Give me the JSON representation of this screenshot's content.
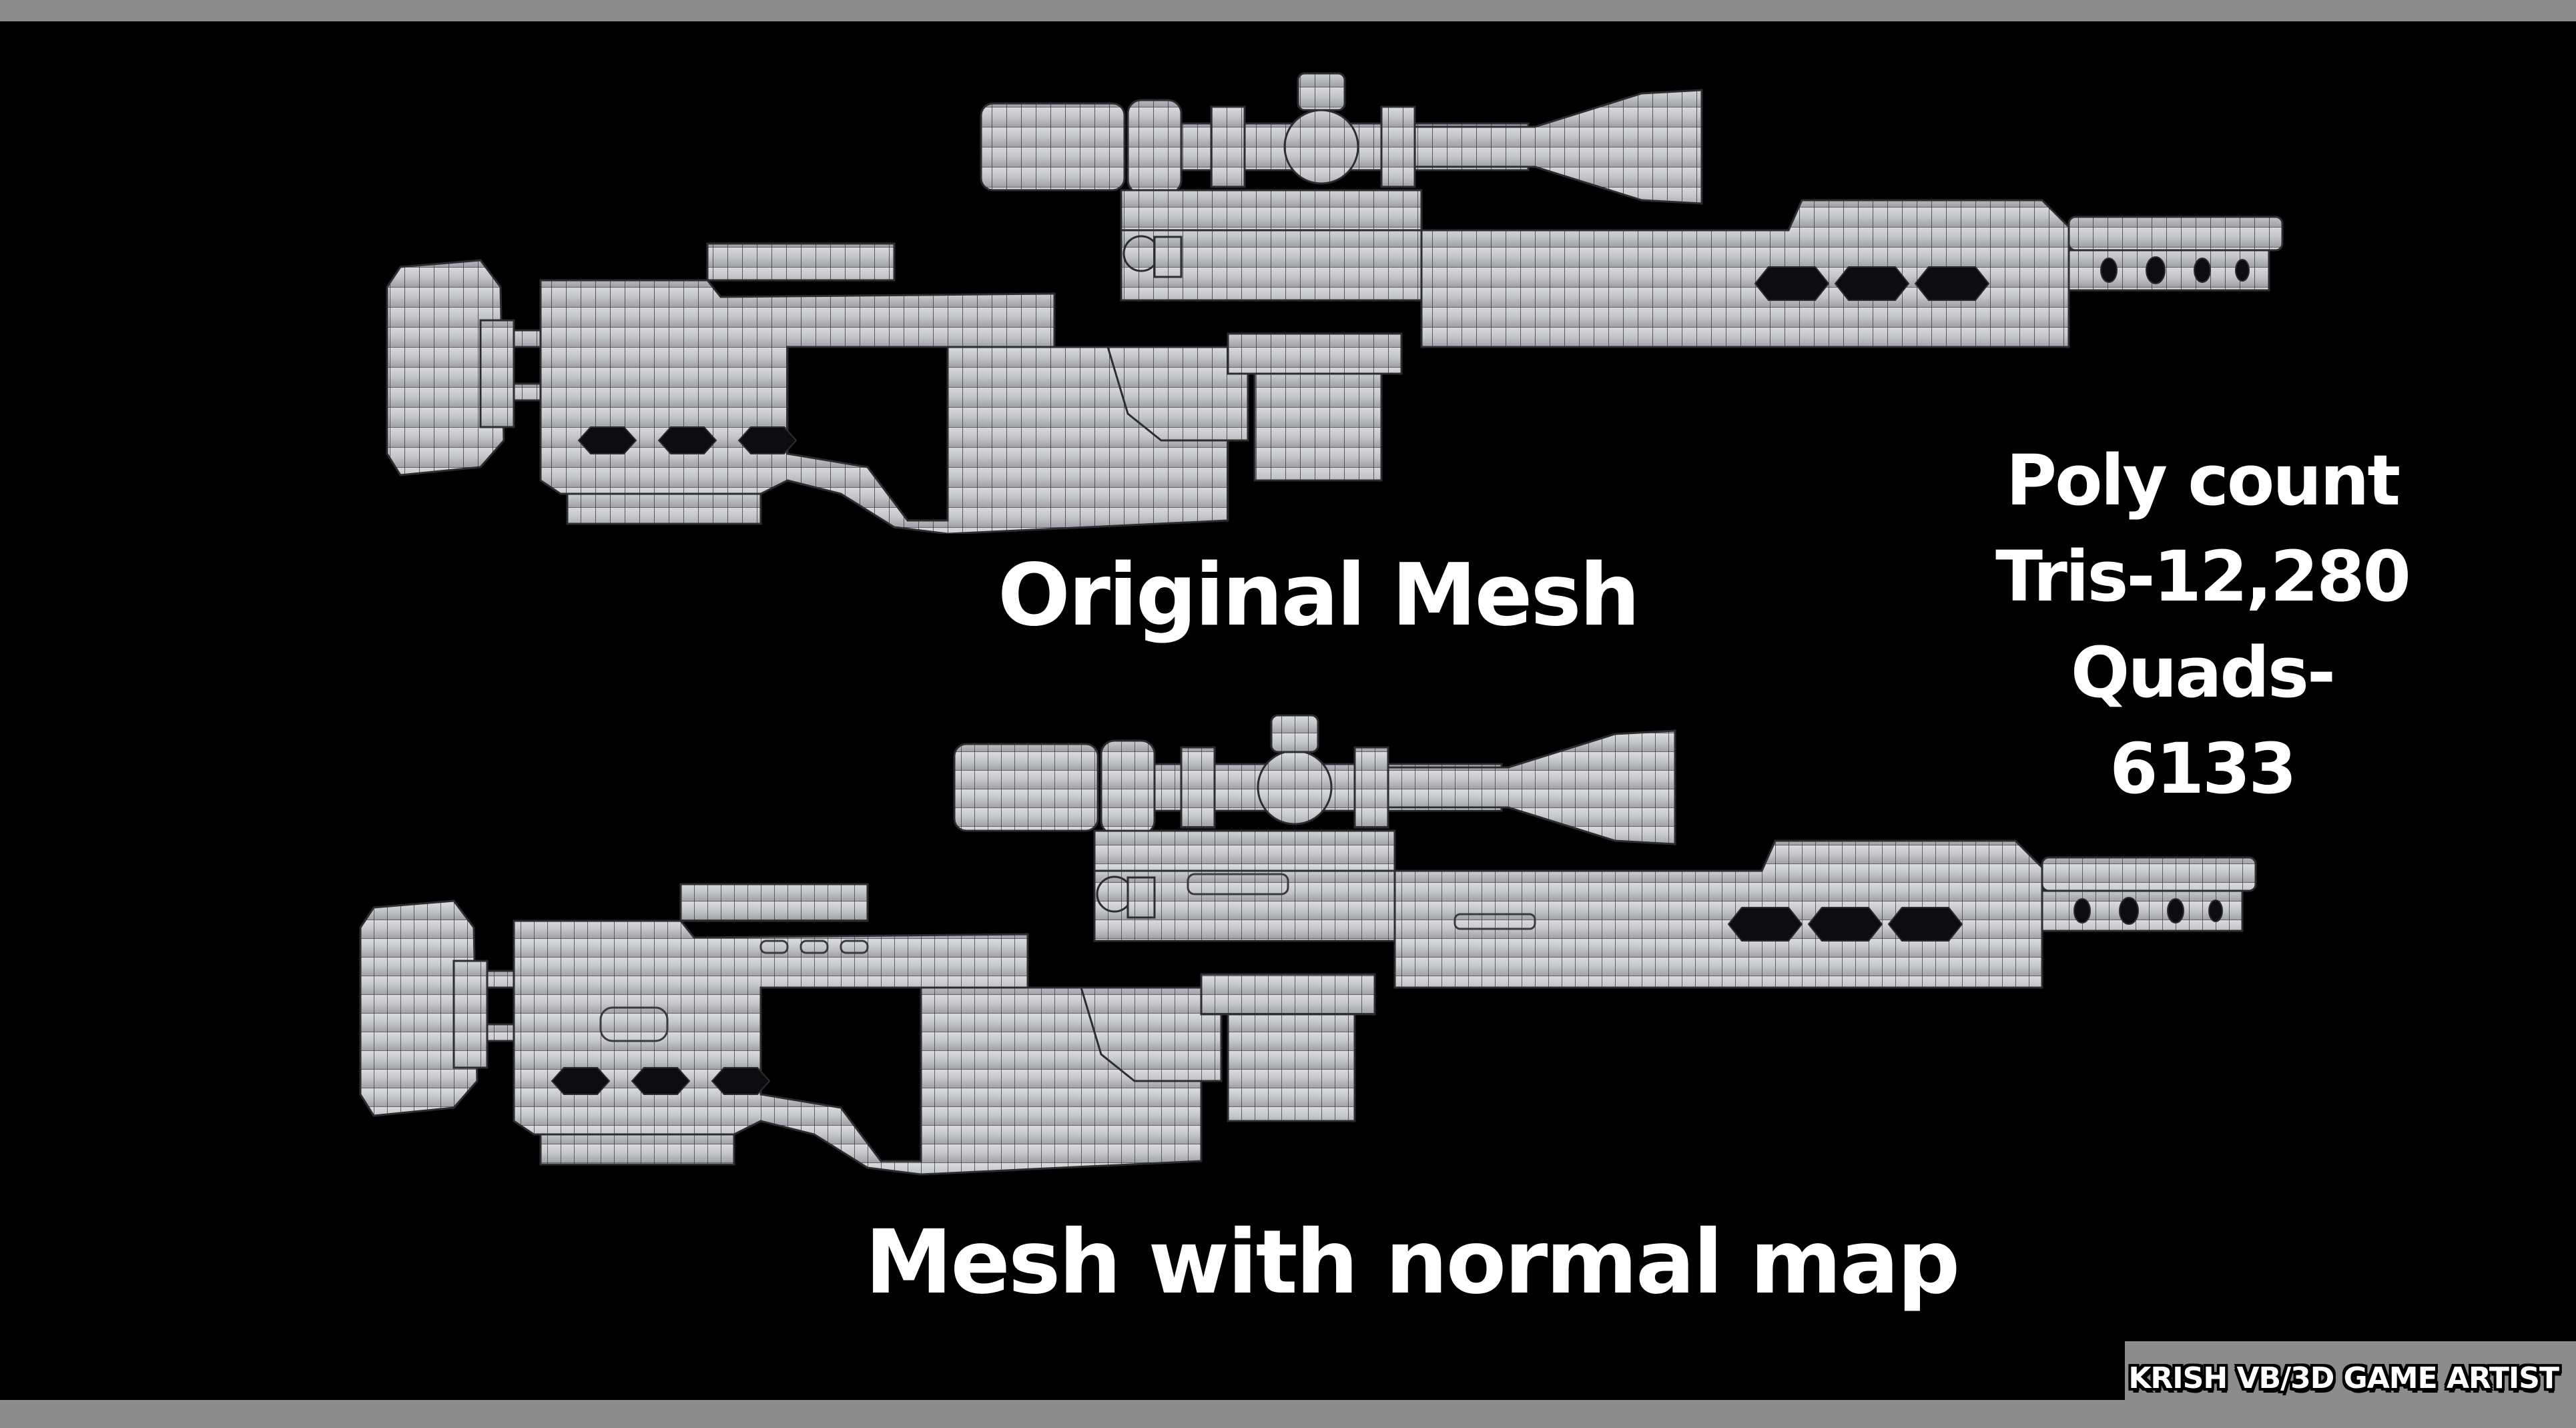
{
  "slide": {
    "background_color": "#000000",
    "frame_bar_color": "#8c8c8c",
    "mesh_color": "#c9cacd"
  },
  "labels": {
    "original_mesh": "Original Mesh",
    "mesh_with_normal_map": "Mesh with normal map"
  },
  "poly_count": {
    "title": "Poly count",
    "tris": "Tris-12,280",
    "quads": "Quads-6133"
  },
  "renders": [
    {
      "name": "sniper-rifle-wireframe-original",
      "caption_ref": "labels.original_mesh"
    },
    {
      "name": "sniper-rifle-wireframe-normal-map",
      "caption_ref": "labels.mesh_with_normal_map"
    }
  ],
  "watermark": {
    "text": "KRISH VB/3D GAME ARTIST"
  }
}
